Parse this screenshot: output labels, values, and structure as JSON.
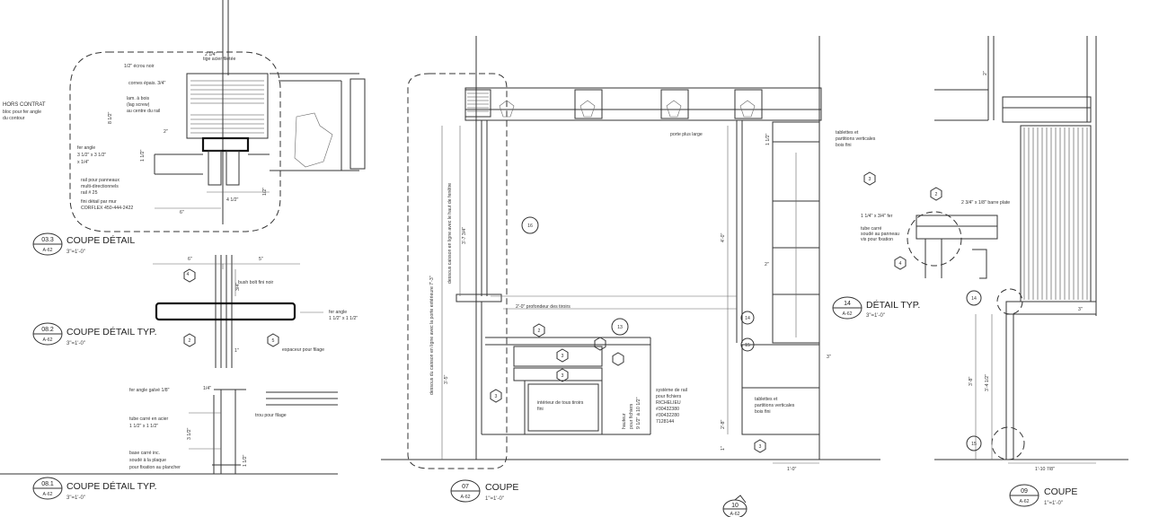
{
  "details": [
    {
      "number": "03.3",
      "sheet": "A-62",
      "title": "COUPE DÉTAIL",
      "scale": "3\"=1'-0\""
    },
    {
      "number": "08.2",
      "sheet": "A-62",
      "title": "COUPE DÉTAIL TYP.",
      "scale": "3\"=1'-0\""
    },
    {
      "number": "08.1",
      "sheet": "A-62",
      "title": "COUPE DÉTAIL TYP.",
      "scale": "3\"=1'-0\""
    },
    {
      "number": "07",
      "sheet": "A-62",
      "title": "COUPE",
      "scale": "1\"=1'-0\""
    },
    {
      "number": "14",
      "sheet": "A-62",
      "title": "DÉTAIL TYP.",
      "scale": "3\"=1'-0\""
    },
    {
      "number": "09",
      "sheet": "A-62",
      "title": "COUPE",
      "scale": "1\"=1'-0\""
    },
    {
      "number": "10",
      "sheet": "A-62"
    }
  ],
  "notes": {
    "hors_contrat": "HORS CONTRAT",
    "hors_contrat_sub1": "bloc pour fer angle",
    "hors_contrat_sub2": "du contour",
    "fer_angle_a": "fer angle",
    "fer_angle_a_dim": "3 1/2\" x 3 1/2\"",
    "fer_angle_a_dim2": "x 1/4\"",
    "tige_acier": "tige acier filetée",
    "tige_acier_sub": "1/2\" écrou noir",
    "cornes_epais": "cornes épais. 3/4\"",
    "lam_bois": "lam. à bois",
    "lam_bois_sub1": "(lag screw)",
    "lam_bois_sub2": "au centre du rail",
    "rail_pour": "rail pour panneaux",
    "rail_pour_sub1": "multi-directionnels",
    "rail_pour_sub2": "rail # 25",
    "fini_detail": "fini détail par mur",
    "fini_detail_sub": "CORFLEX 450-444-2422",
    "bush_bolt": "bush bolt fini noir",
    "fer_angle_b": "fer angle",
    "fer_angle_b_dim": "1 1/2\" x 1 1/2\"",
    "espaceur": "espaceur pour filage",
    "fer_angle_galv": "fer angle galvé 1/8\"",
    "trou_filage": "trou pour filage",
    "tube_carre": "tube carré en acier",
    "tube_carre_dim": "1 1/2\" x 1 1/2\"",
    "base_carre": "base carré inc.",
    "base_carre_sub1": "soudé à la plaque",
    "base_carre_sub2": "pour fixation au plancher",
    "porte_plus_large": "porte plus large",
    "tablettes_a": "tablettes et",
    "tablettes_a_sub1": "partitions verticales",
    "tablettes_a_sub2": "bois fini",
    "tablettes_b": "tablettes et",
    "tablettes_b_sub1": "partitions verticales",
    "tablettes_b_sub2": "bois fini",
    "profondeur_tiroirs": "2'-0\" profondeur des tiroirs",
    "interieur_tiroirs": "intérieur de tous tiroirs",
    "interieur_tiroirs_sub": "fini",
    "systeme_rail": "système de rail",
    "systeme_rail_sub1": "pour fichiers",
    "systeme_rail_sub2": "RICHELIEU",
    "systeme_rail_sub3": "#30432380",
    "systeme_rail_sub4": "#30432280",
    "systeme_rail_sub5": "7128144",
    "hauteur_fichiers": "hauteur",
    "hauteur_fichiers_sub1": "pour fichiers",
    "hauteur_fichiers_sub2": "9 1/2\" à 10 1/2\"",
    "vertical_1": "dessous du caisson en ligne avec la porte extérieure 7'-3\"",
    "vertical_2": "dessous caisson en ligne avec le haut de fenêtre"
  },
  "dims": {
    "d_2_1_4": "2 1/4\"",
    "d_8_1_2": "8 1/2\"",
    "d_2": "2\"",
    "d_1_1_2": "1 1/2\"",
    "d_1_2": "1/2\"",
    "d_4_1_2": "4 1/2\"",
    "d_6": "6\"",
    "d_6b": "6\"",
    "d_5": "5\"",
    "d_3_4": "3/4\"",
    "d_1": "1\"",
    "d_1_4": "1/4\"",
    "d_1_1_2b": "1 1/2\"",
    "d_3_1_2_in": "3 1/2\"",
    "d_2b": "2\"",
    "d_3_5_7_8": "3'-5 7/8\"",
    "d_3_7_3_4": "3'-7 3/4\"",
    "d_4_0": "4'-0\"",
    "d_3_5": "3'-5\"",
    "d_2_8": "2'-8\"",
    "d_3": "3\"",
    "d_1_1_2c": "1 1/2\"",
    "d_2c": "2\"",
    "d_1_0": "1'-0\"",
    "d_3_8": "3'-8\"",
    "d_3_4_1_2": "3'-4 1/2\"",
    "d_1_10_7_8": "1'-10 7/8\"",
    "d_1d": "1\"",
    "d_3b": "3\""
  },
  "markers": {
    "m_1": "1",
    "m_2": "2",
    "m_3": "3",
    "m_4": "4",
    "m_5": "5",
    "m_13": "13",
    "m_16": "16",
    "m_14": "14",
    "m_15": "15"
  },
  "detail14_notes": {
    "n1": "2 3/4\" x 1/8\" barre plate",
    "n2": "1 1/4\" x 3/4\" fer",
    "n3": "tube carré",
    "n4": "soudé au panneau",
    "n5": "vis pour fixation"
  }
}
